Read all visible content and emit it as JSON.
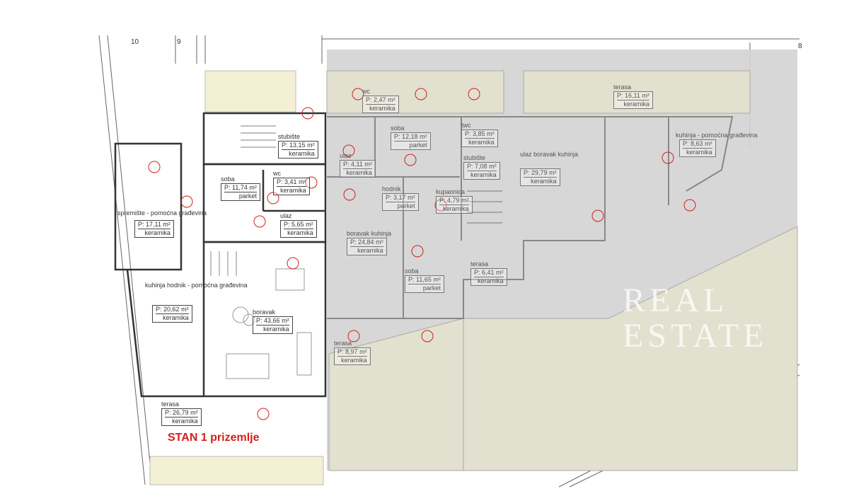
{
  "title": "STAN 1 prizemlje",
  "watermark": [
    "REAL",
    "ESTATE"
  ],
  "grid_numbers": [
    "10",
    "9",
    "8"
  ],
  "area_prefix": "P:",
  "unit": "m²",
  "colors": {
    "title": "#d0201e",
    "overlay": "#d4d4d4",
    "annotation": "#d0201e"
  },
  "rooms": [
    {
      "name": "wc",
      "area": "2,47",
      "floor": "keramika"
    },
    {
      "name": "soba",
      "area": "12,18",
      "floor": "parket"
    },
    {
      "name": "twc",
      "area": "3,85",
      "floor": "keramika"
    },
    {
      "name": "ulaz",
      "area": "4,11",
      "floor": "keramika"
    },
    {
      "name": "stubište",
      "area": "7,08",
      "floor": "keramika"
    },
    {
      "name": "ulaz boravak kuhinja",
      "area": "29,79",
      "floor": "keramika"
    },
    {
      "name": "hodnik",
      "area": "3,17",
      "floor": "parket"
    },
    {
      "name": "kupaonica",
      "area": "4,79",
      "floor": "keramika"
    },
    {
      "name": "boravak kuhinja",
      "area": "24,84",
      "floor": "keramika"
    },
    {
      "name": "soba",
      "area": "11,65",
      "floor": "parket"
    },
    {
      "name": "terasa",
      "area": "6,41",
      "floor": "keramika"
    },
    {
      "name": "terasa",
      "area": "8,97",
      "floor": "keramika"
    },
    {
      "name": "terasa",
      "area": "16,11",
      "floor": "keramika"
    },
    {
      "name": "kuhinja - pomoćna građevina",
      "area": "8,63",
      "floor": "keramika"
    },
    {
      "name": "stubište",
      "area": "13,15",
      "floor": "keramika"
    },
    {
      "name": "soba",
      "area": "11,74",
      "floor": "parket"
    },
    {
      "name": "wc",
      "area": "3,41",
      "floor": "keramika"
    },
    {
      "name": "ulaz",
      "area": "5,65",
      "floor": "keramika"
    },
    {
      "name": "spremište - pomoćna građevina",
      "area": "17,11",
      "floor": "keramika"
    },
    {
      "name": "kuhinja hodnik - pomoćna građevina",
      "area": "20,62",
      "floor": "keramika"
    },
    {
      "name": "boravak",
      "area": "43,66",
      "floor": "keramika"
    },
    {
      "name": "terasa",
      "area": "26,79",
      "floor": "keramika"
    }
  ]
}
